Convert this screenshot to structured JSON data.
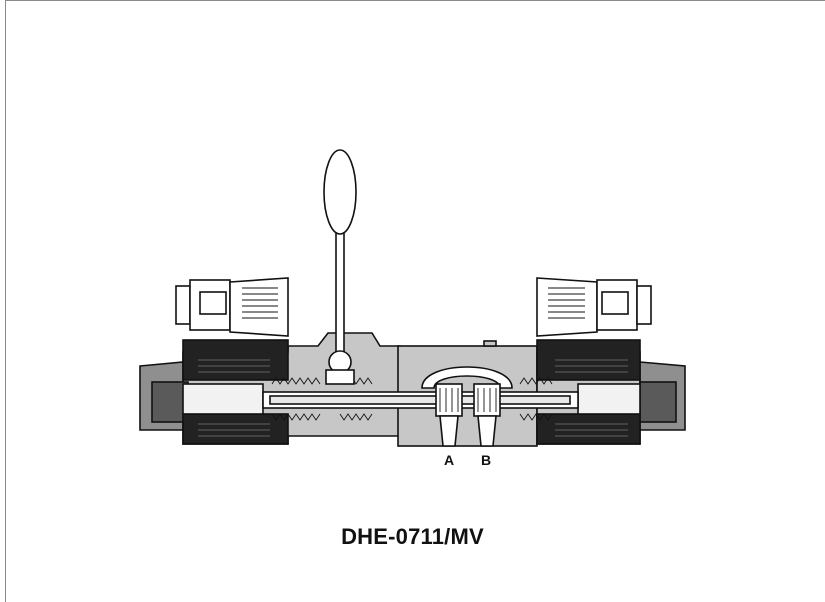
{
  "diagram": {
    "port_labels": {
      "a": "A",
      "b": "B"
    },
    "model_code": "DHE-0711/MV",
    "colors": {
      "body": "#c7c7c7",
      "dark": "#2a2a2a",
      "outline": "#111111",
      "light": "#f2f2f2"
    },
    "components": [
      "manual-lever",
      "solenoid-connector-left",
      "solenoid-connector-right",
      "coil-left",
      "coil-right",
      "valve-body",
      "spool"
    ]
  }
}
